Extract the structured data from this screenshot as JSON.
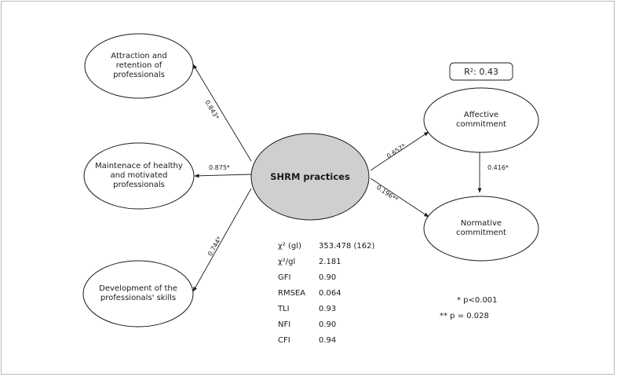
{
  "diagram": {
    "center": {
      "label": "SHRM practices"
    },
    "left_nodes": [
      {
        "label": "Attraction and retention of professionals",
        "coef": "0.843*"
      },
      {
        "label": "Maintenace of healthy and motivated professionals",
        "coef": "0.875*"
      },
      {
        "label": "Development of the professionals' skills",
        "coef": "0.744*"
      }
    ],
    "right_nodes": [
      {
        "label": "Affective commitment",
        "coef": "0.657*"
      },
      {
        "label": "Normative commitment",
        "coef": "0.196**"
      }
    ],
    "affective_to_normative_coef": "0.416*",
    "r_squared": "R²: 0.43",
    "fit_indices": [
      {
        "name": "χ² (gl)",
        "value": "353.478 (162)"
      },
      {
        "name": "χ²/gl",
        "value": "2.181"
      },
      {
        "name": "GFI",
        "value": "0.90"
      },
      {
        "name": "RMSEA",
        "value": "0.064"
      },
      {
        "name": "TLI",
        "value": "0.93"
      },
      {
        "name": "NFI",
        "value": "0.90"
      },
      {
        "name": "CFI",
        "value": "0.94"
      }
    ],
    "notes": [
      "* p<0.001",
      "** p = 0.028"
    ]
  },
  "colors": {
    "center_fill": "#cfcfcf",
    "stroke": "#1a1a1a",
    "frame": "#b9b9b9"
  }
}
